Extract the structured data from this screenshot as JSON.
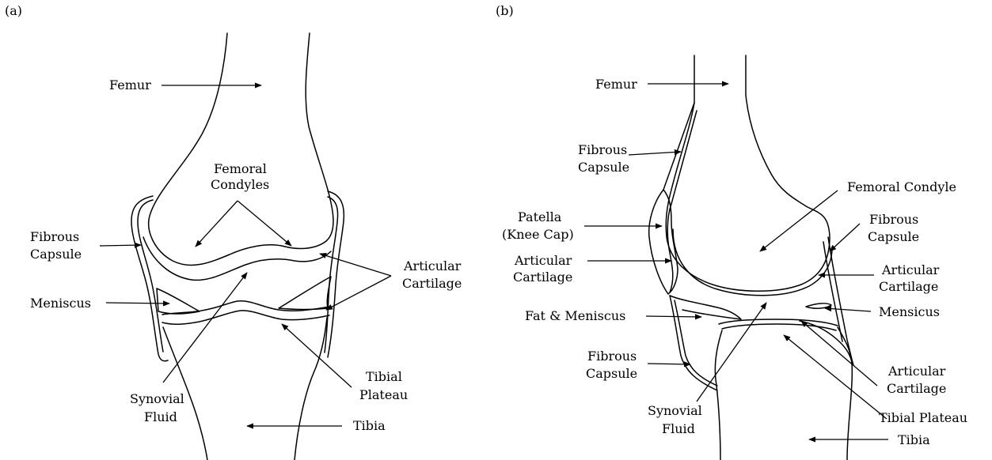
{
  "panel_a": {
    "tag": "(a)",
    "labels": {
      "femur": "Femur",
      "femoral_condyles_1": "Femoral",
      "femoral_condyles_2": "Condyles",
      "fibrous_capsule_1": "Fibrous",
      "fibrous_capsule_2": "Capsule",
      "articular_cartilage_1": "Articular",
      "articular_cartilage_2": "Cartilage",
      "meniscus": "Meniscus",
      "synovial_fluid_1": "Synovial",
      "synovial_fluid_2": "Fluid",
      "tibial_plateau_1": "Tibial",
      "tibial_plateau_2": "Plateau",
      "tibia": "Tibia"
    }
  },
  "panel_b": {
    "tag": "(b)",
    "labels": {
      "femur": "Femur",
      "fibrous_capsule_top_1": "Fibrous",
      "fibrous_capsule_top_2": "Capsule",
      "femoral_condyle": "Femoral Condyle",
      "patella_1": "Patella",
      "patella_2": "(Knee Cap)",
      "fibrous_capsule_right_1": "Fibrous",
      "fibrous_capsule_right_2": "Capsule",
      "articular_cartilage_left_1": "Articular",
      "articular_cartilage_left_2": "Cartilage",
      "articular_cartilage_right_1": "Articular",
      "articular_cartilage_right_2": "Cartilage",
      "fat_meniscus": "Fat & Meniscus",
      "mensicus": "Mensicus",
      "fibrous_capsule_bottom_1": "Fibrous",
      "fibrous_capsule_bottom_2": "Capsule",
      "articular_cartilage_bottom_1": "Articular",
      "articular_cartilage_bottom_2": "Cartilage",
      "synovial_fluid_1": "Synovial",
      "synovial_fluid_2": "Fluid",
      "tibial_plateau": "Tibial Plateau",
      "tibia": "Tibia"
    }
  }
}
